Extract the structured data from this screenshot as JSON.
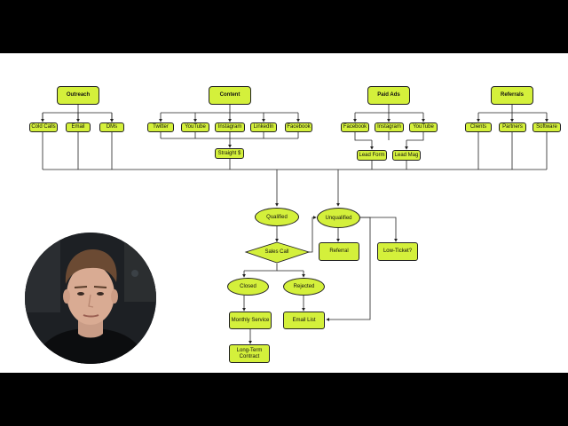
{
  "diagram": {
    "headers": [
      "Outreach",
      "Content",
      "Paid Ads",
      "Referrals"
    ],
    "outreach": [
      "Cold Calls",
      "Email",
      "DMs"
    ],
    "content": [
      "Twitter",
      "YouTube",
      "Instagram",
      "LinkedIn",
      "Facebook"
    ],
    "content_merge": "Straight $",
    "paid_ads": [
      "Facebook",
      "Instagram",
      "YouTube"
    ],
    "paid_ads_merge": [
      "Lead Form",
      "Lead Mag"
    ],
    "referrals": [
      "Clients",
      "Partners",
      "Software"
    ],
    "qualified": "Qualified",
    "unqualified": "Unqualified",
    "sales_call": "Sales Call",
    "referral": "Referral",
    "low_ticket": "Low-Ticket?",
    "closed": "Closed",
    "rejected": "Rejected",
    "monthly_service": "Monthly Service",
    "email_list": "Email List",
    "long_term_contract": "Long-Term\nContract"
  },
  "colors": {
    "node_fill": "#d4f03b",
    "node_border": "#222222",
    "line": "#222222",
    "canvas": "#ffffff",
    "letterbox": "#000000"
  }
}
